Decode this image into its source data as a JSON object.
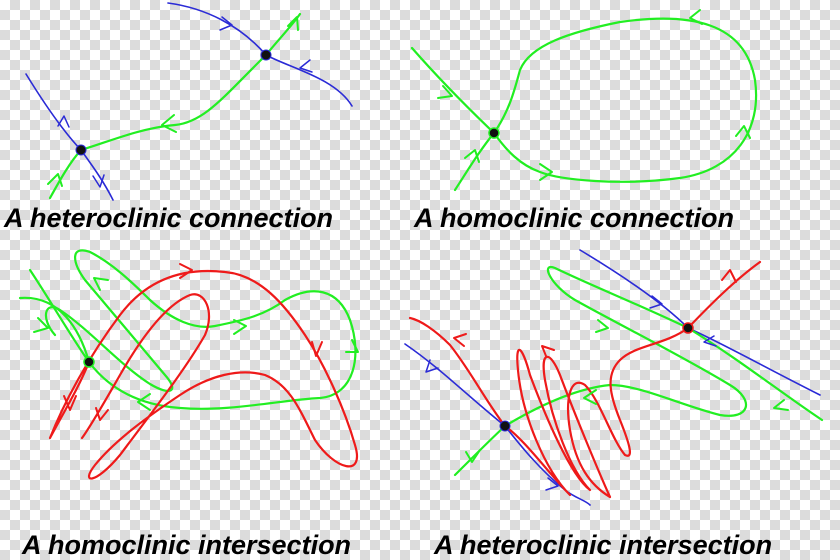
{
  "captions": {
    "heteroclinic_connection": "A heteroclinic connection",
    "homoclinic_connection": "A homoclinic connection",
    "homoclinic_intersection": "A homoclinic intersection",
    "heteroclinic_intersection": "A heteroclinic intersection"
  },
  "colors": {
    "stable_manifold_blue": "#2b2bd6",
    "unstable_manifold_green": "#22ee22",
    "manifold_red": "#ee1a1a",
    "fixed_point": "#111111",
    "background_checker": "#dcdcdc"
  },
  "panels": [
    {
      "id": "heteroclinic-connection",
      "fixed_points": 2
    },
    {
      "id": "homoclinic-connection",
      "fixed_points": 1
    },
    {
      "id": "homoclinic-intersection",
      "fixed_points": 1
    },
    {
      "id": "heteroclinic-intersection",
      "fixed_points": 2
    }
  ]
}
